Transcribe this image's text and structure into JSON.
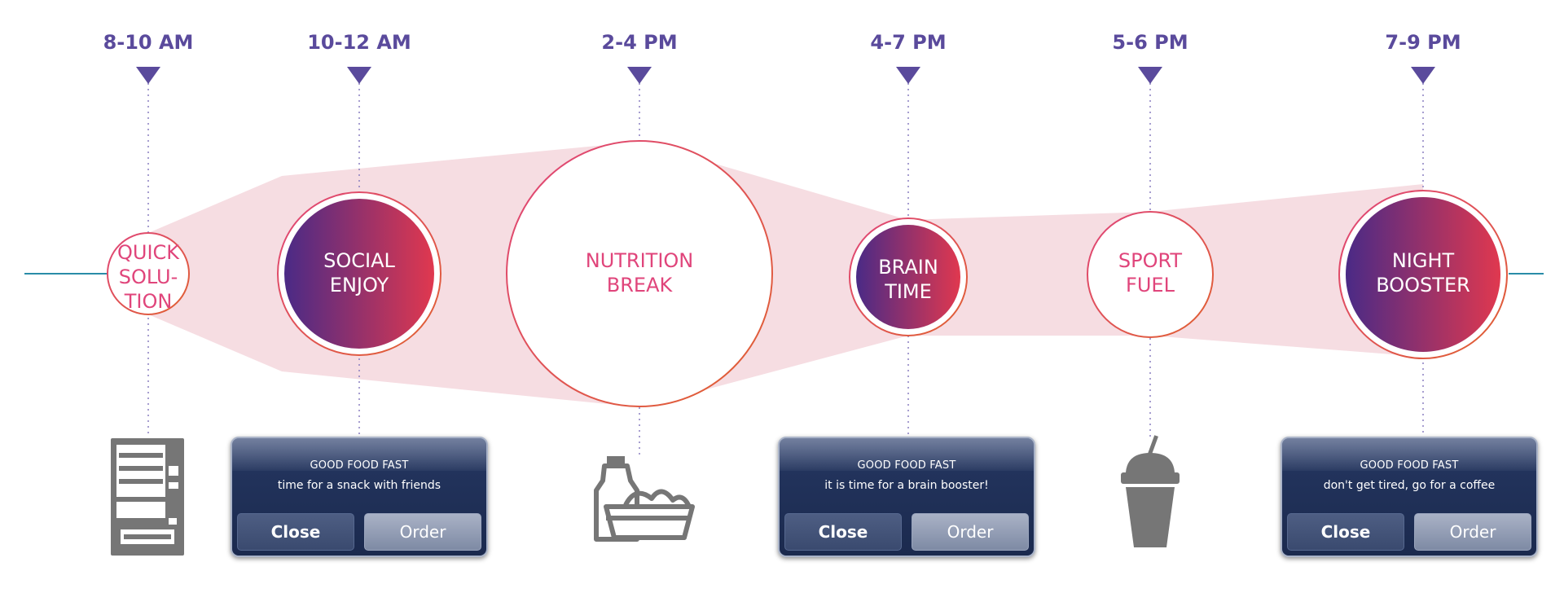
{
  "timeline": {
    "slots": [
      {
        "time": "8-10 AM",
        "label_lines": [
          "QUICK",
          "SOLU-",
          "TION"
        ],
        "style": "light",
        "icon": "vending-machine-icon"
      },
      {
        "time": "10-12 AM",
        "label_lines": [
          "SOCIAL",
          "ENJOY"
        ],
        "style": "dark",
        "icon": "popup"
      },
      {
        "time": "2-4 PM",
        "label_lines": [
          "NUTRITION",
          "BREAK"
        ],
        "style": "light",
        "icon": "bottle-basket-icon"
      },
      {
        "time": "4-7 PM",
        "label_lines": [
          "BRAIN",
          "TIME"
        ],
        "style": "dark",
        "icon": "popup"
      },
      {
        "time": "5-6 PM",
        "label_lines": [
          "SPORT",
          "FUEL"
        ],
        "style": "light",
        "icon": "smoothie-cup-icon"
      },
      {
        "time": "7-9 PM",
        "label_lines": [
          "NIGHT",
          "BOOSTER"
        ],
        "style": "dark",
        "icon": "popup"
      }
    ]
  },
  "popups": [
    {
      "title": "GOOD FOOD FAST",
      "message": "time for a snack with friends",
      "close_label": "Close",
      "order_label": "Order"
    },
    {
      "title": "GOOD FOOD FAST",
      "message": "it is time for a brain booster!",
      "close_label": "Close",
      "order_label": "Order"
    },
    {
      "title": "GOOD FOOD FAST",
      "message": "don't get tired, go for a coffee",
      "close_label": "Close",
      "order_label": "Order"
    }
  ],
  "colors": {
    "accent_purple": "#5a4a9c",
    "accent_pink": "#e0457b",
    "band_fill": "#f6dde2",
    "axis_line": "#2a8ca8",
    "gradient_start": "#4a2a86",
    "gradient_end": "#e0384f",
    "icon_gray": "#767676"
  }
}
